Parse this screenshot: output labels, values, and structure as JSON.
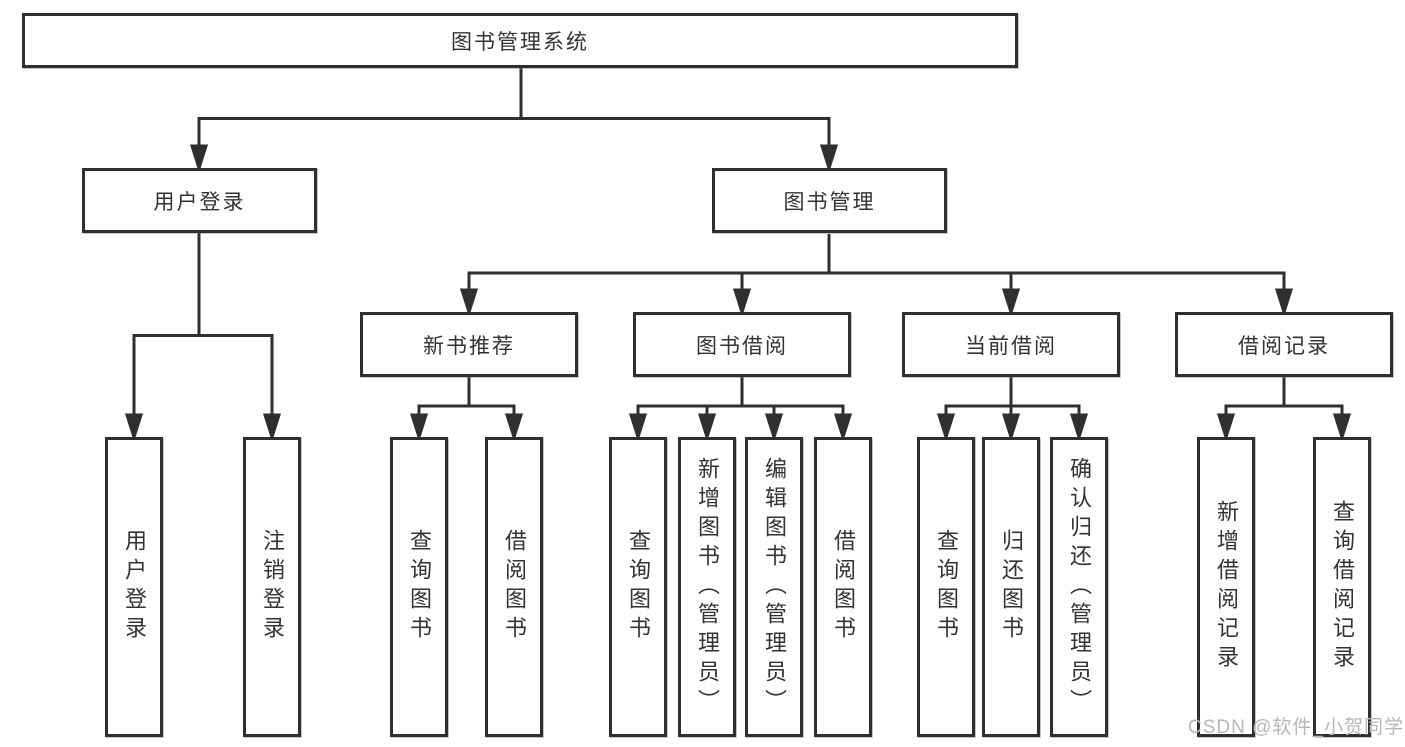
{
  "tree": {
    "label": "图书管理系统",
    "children": [
      {
        "label": "用户登录",
        "children": [
          {
            "label": "用户登录"
          },
          {
            "label": "注销登录"
          }
        ]
      },
      {
        "label": "图书管理",
        "children": [
          {
            "label": "新书推荐",
            "children": [
              {
                "label": "查询图书"
              },
              {
                "label": "借阅图书"
              }
            ]
          },
          {
            "label": "图书借阅",
            "children": [
              {
                "label": "查询图书"
              },
              {
                "label": "新增图书（管理员）"
              },
              {
                "label": "编辑图书（管理员）"
              },
              {
                "label": "借阅图书"
              }
            ]
          },
          {
            "label": "当前借阅",
            "children": [
              {
                "label": "查询图书"
              },
              {
                "label": "归还图书"
              },
              {
                "label": "确认归还（管理员）"
              }
            ]
          },
          {
            "label": "借阅记录",
            "children": [
              {
                "label": "新增借阅记录"
              },
              {
                "label": "查询借阅记录"
              }
            ]
          }
        ]
      }
    ]
  },
  "watermark": {
    "text": "CSDN @软件_小贺同学"
  },
  "colors": {
    "border": "#2f2f2f",
    "text": "#333333",
    "watermark": "#b6b6bb",
    "background": "#ffffff"
  }
}
